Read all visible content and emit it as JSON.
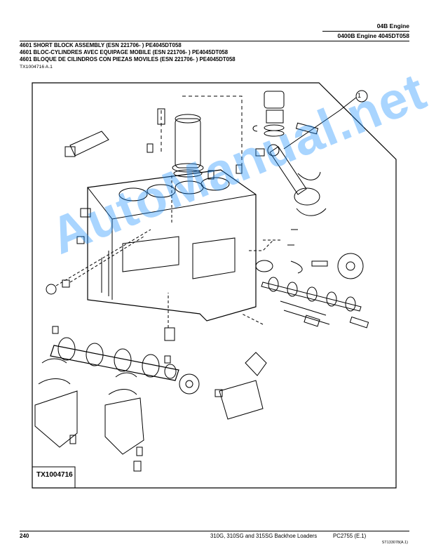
{
  "header": {
    "section": "04B  Engine",
    "subsection": "0400B  Engine  4045DT058"
  },
  "titles": {
    "en": "4601 SHORT BLOCK ASSEMBLY (ESN 221706- ) PE4045DT058",
    "fr": "4601 BLOC-CYLINDRES AVEC EQUIPAGE MOBILE (ESN 221706- ) PE4045DT058",
    "es": "4601 BLOQUE DE CILINDROS CON PIEZAS MOVILES (ESN 221706- ) PE4045DT058"
  },
  "illustration_ref": "TX1004716 A.1",
  "figure": {
    "label": "TX1004716",
    "callout": "1"
  },
  "watermark": "AutoManual.net",
  "footer": {
    "page": "240",
    "models": "310G, 310SG and 315SG Backhoe Loaders",
    "catalog": "PC2755   (E.1)",
    "code": "ST133078(A.1)"
  },
  "colors": {
    "watermark": "#1e90ff"
  }
}
